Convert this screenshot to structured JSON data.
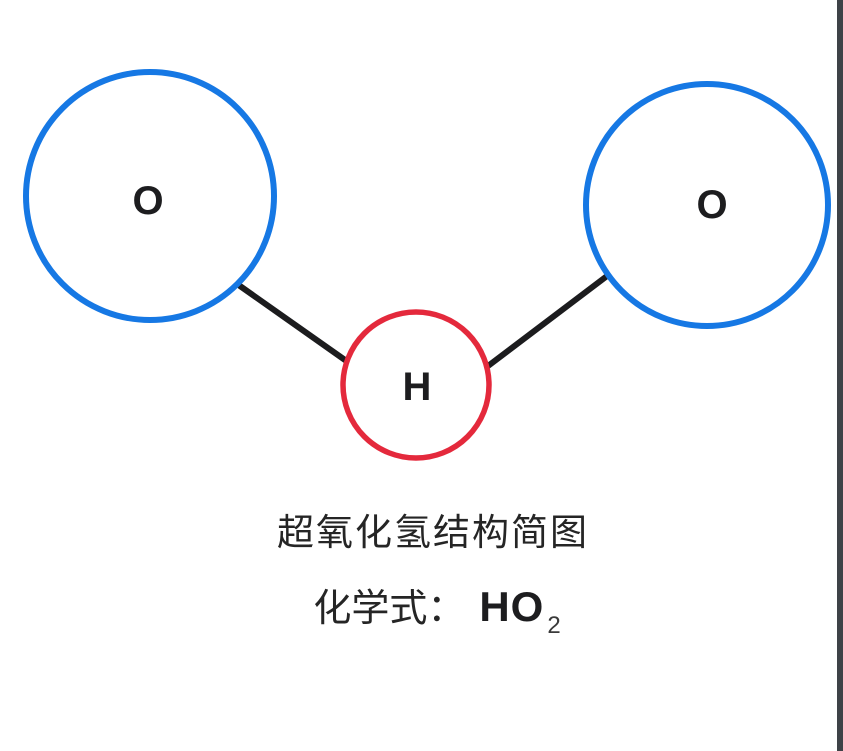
{
  "diagram": {
    "title": "超氧化氢结构简图",
    "formula": {
      "label": "化学式：",
      "main": "HO",
      "subscript": "2"
    },
    "atoms": [
      {
        "symbol": "O",
        "name": "oxygen-left"
      },
      {
        "symbol": "H",
        "name": "hydrogen-center"
      },
      {
        "symbol": "O",
        "name": "oxygen-right"
      }
    ],
    "bonds": [
      {
        "from": "oxygen-left",
        "to": "hydrogen-center"
      },
      {
        "from": "hydrogen-center",
        "to": "oxygen-right"
      }
    ],
    "colors": {
      "oxygen_stroke": "#1678e4",
      "hydrogen_stroke": "#e4293c",
      "bond": "#1c1c1e",
      "text": "#252525",
      "edge_strip": "#3e4247"
    }
  }
}
